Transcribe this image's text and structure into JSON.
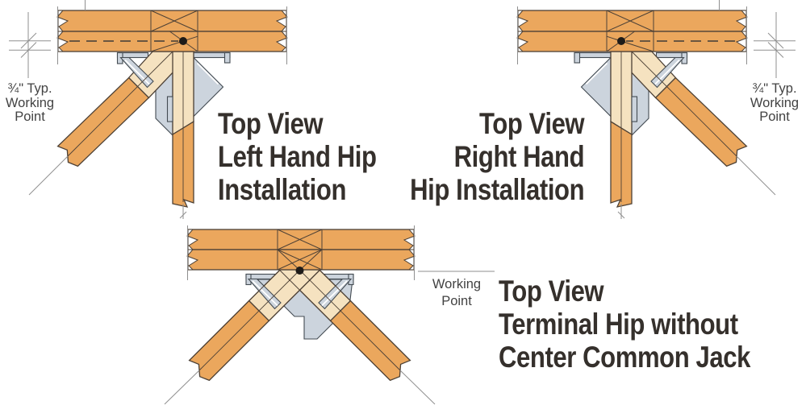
{
  "colors": {
    "wood": "#eba75d",
    "wood_light": "#f5e2c0",
    "metal": "#ccd4dd",
    "metal_stroke": "#434b52",
    "wood_stroke": "#4d4136",
    "dim": "#8f8f8f",
    "dot": "#1e1b18",
    "text": "#35302c",
    "label_text": "#424242"
  },
  "labels": {
    "dim_left": {
      "line1": "¾\" Typ.",
      "line2": "Working",
      "line3": "Point"
    },
    "dim_right": {
      "line1": "¾\" Typ.",
      "line2": "Working",
      "line3": "Point"
    },
    "terminal_working_point": {
      "line1": "Working",
      "line2": "Point"
    },
    "heading_left": {
      "line1": "Top View",
      "line2": "Left Hand Hip",
      "line3": "Installation"
    },
    "heading_right": {
      "line1": "Top View",
      "line2": "Right Hand",
      "line3": "Hip Installation"
    },
    "heading_terminal": {
      "line1": "Top View",
      "line2": "Terminal Hip without",
      "line3": "Center Common Jack"
    }
  }
}
